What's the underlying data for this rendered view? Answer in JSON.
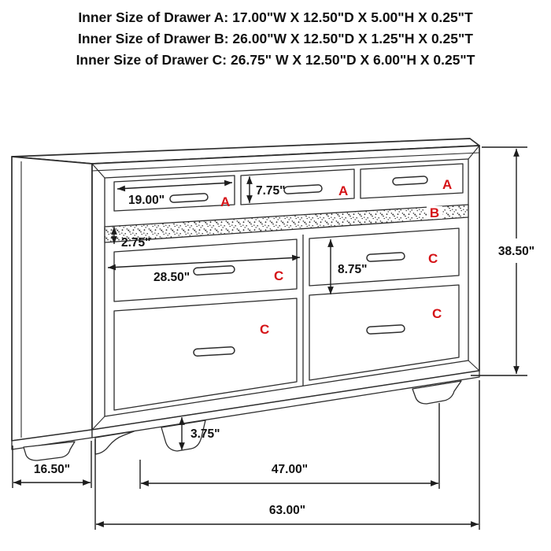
{
  "title_block": {
    "line1": "Inner Size of Drawer A: 17.00\"W X 12.50\"D X 5.00\"H X 0.25\"T",
    "line2": "Inner Size of Drawer B: 26.00\"W X 12.50\"D X 1.25\"H X 0.25\"T",
    "line3": "Inner Size of Drawer C: 26.75\" W X 12.50\"D X 6.00\"H X 0.25\"T"
  },
  "drawer_labels": {
    "top_left": "A",
    "top_middle": "A",
    "top_right": "A",
    "jewelry": "B",
    "mid_left": "C",
    "mid_right": "C",
    "bottom_left": "C",
    "bottom_right": "C"
  },
  "dimension_labels": {
    "drawer_a_front_width": "19.00\"",
    "drawer_a_front_height": "7.75\"",
    "drawer_b_front_height": "2.75\"",
    "left_bank_width": "28.50\"",
    "drawer_c_front_height": "8.75\"",
    "overall_height": "38.50\"",
    "leg_height": "3.75\"",
    "depth": "16.50\"",
    "leg_span": "47.00\"",
    "overall_width": "63.00\""
  },
  "colors": {
    "label_red": "#d51317",
    "line_black": "#1d1d1d",
    "background": "#ffffff"
  }
}
